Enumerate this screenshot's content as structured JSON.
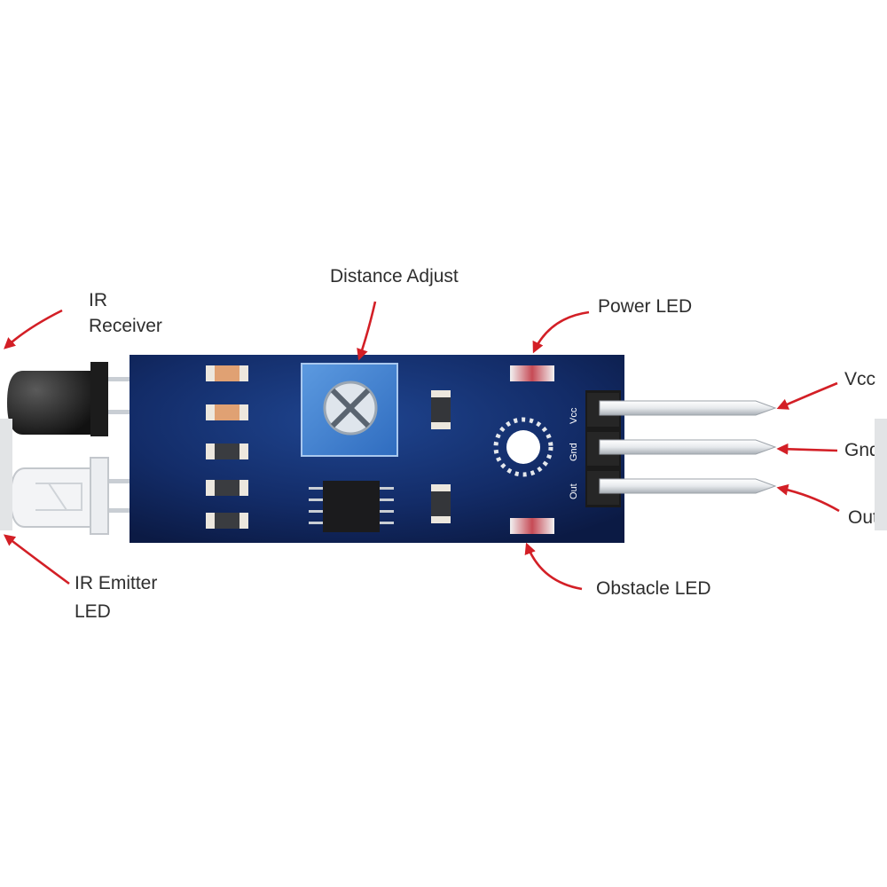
{
  "labels": {
    "ir_receiver": [
      "IR",
      "Receiver"
    ],
    "distance_adjust": "Distance Adjust",
    "power_led": "Power LED",
    "ir_emitter": [
      "IR Emitter",
      "LED"
    ],
    "obstacle_led": "Obstacle LED",
    "vcc": "Vcc",
    "gnd": "Gnd",
    "out": "Out"
  },
  "pin_labels": [
    "Vcc",
    "Gnd",
    "Out"
  ],
  "colors": {
    "board": "#0d1f4a",
    "board_glow": "#1f4590",
    "potentiometer": "#3f7fd0",
    "arrow": "#d31f26",
    "text": "#2e2e2e",
    "header": "#1a1a1a",
    "pin": "#f2f4f6"
  }
}
